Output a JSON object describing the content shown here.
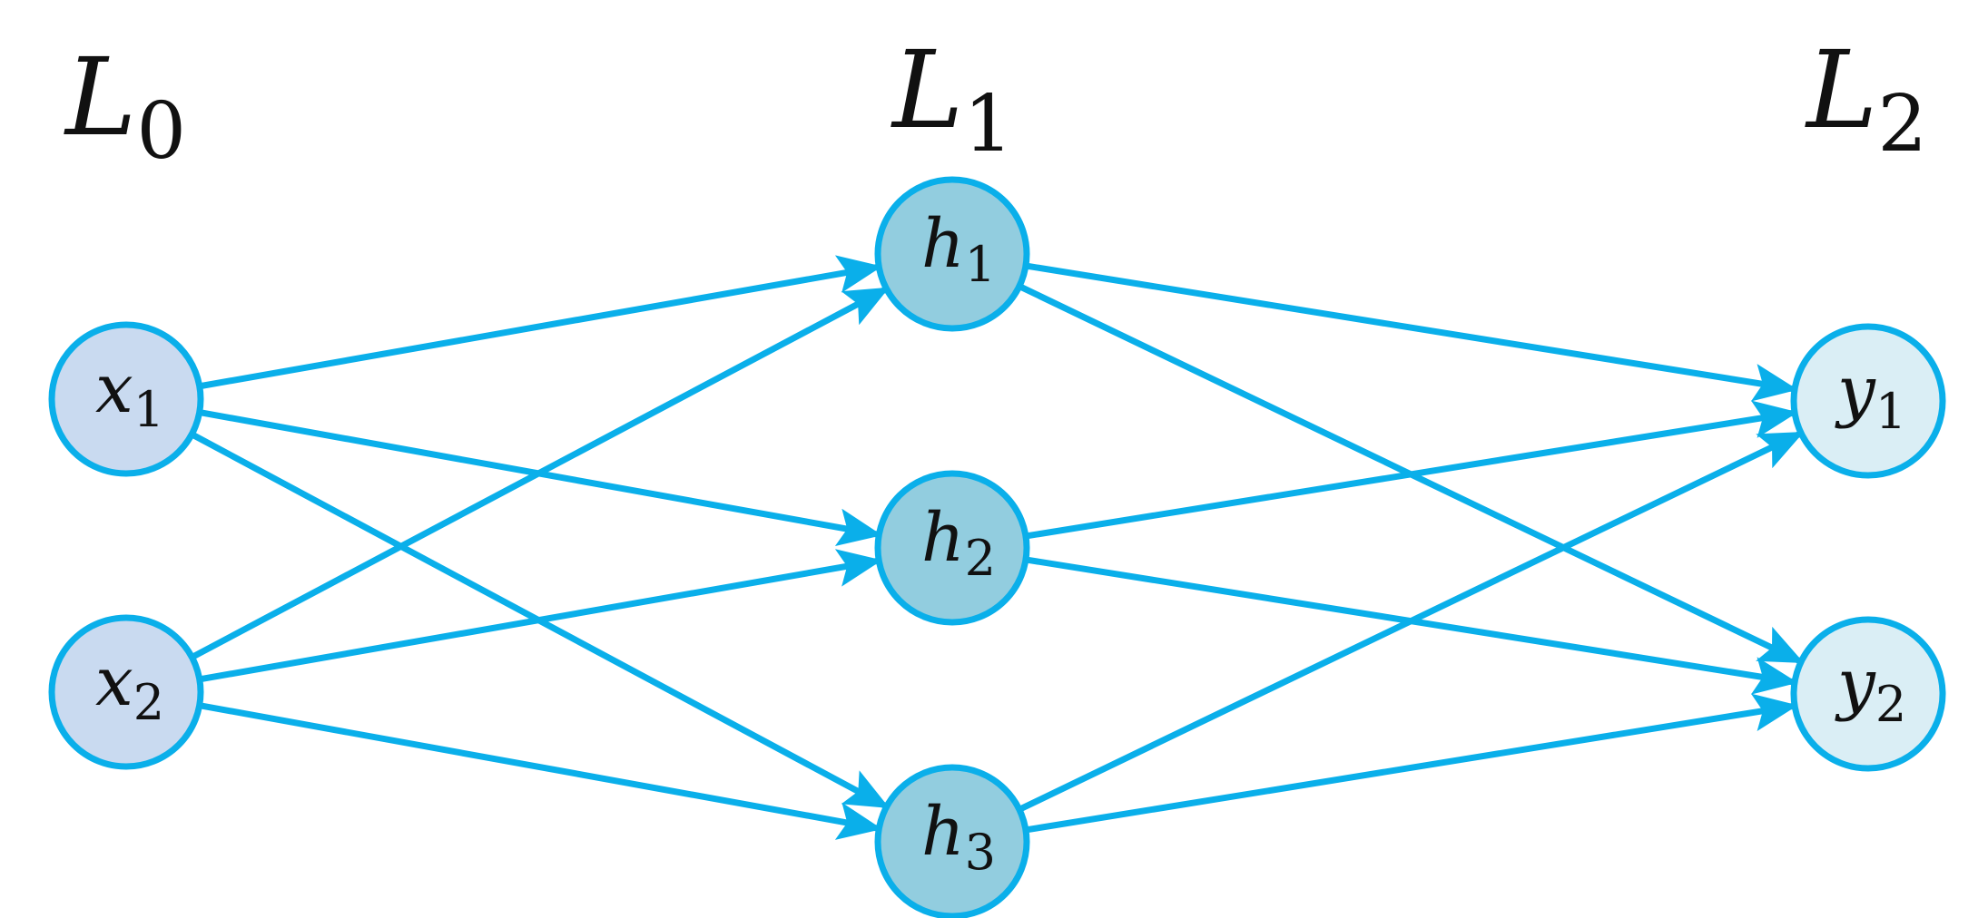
{
  "colors": {
    "edge": "#0AAFEA",
    "node_stroke": "#0AAFEA",
    "input_fill": "#C9DAF0",
    "hidden_fill": "#92CDDF",
    "output_fill": "#DAEEF5",
    "text": "#111111"
  },
  "layers": [
    {
      "id": "L0",
      "base": "L",
      "sub": "0"
    },
    {
      "id": "L1",
      "base": "L",
      "sub": "1"
    },
    {
      "id": "L2",
      "base": "L",
      "sub": "2"
    }
  ],
  "nodes": [
    {
      "id": "x1",
      "base": "x",
      "sub": "1",
      "layer": "L0"
    },
    {
      "id": "x2",
      "base": "x",
      "sub": "2",
      "layer": "L0"
    },
    {
      "id": "h1",
      "base": "h",
      "sub": "1",
      "layer": "L1"
    },
    {
      "id": "h2",
      "base": "h",
      "sub": "2",
      "layer": "L1"
    },
    {
      "id": "h3",
      "base": "h",
      "sub": "3",
      "layer": "L1"
    },
    {
      "id": "y1",
      "base": "y",
      "sub": "1",
      "layer": "L2"
    },
    {
      "id": "y2",
      "base": "y",
      "sub": "2",
      "layer": "L2"
    }
  ],
  "edges": [
    {
      "from": "x1",
      "to": "h1"
    },
    {
      "from": "x1",
      "to": "h2"
    },
    {
      "from": "x1",
      "to": "h3"
    },
    {
      "from": "x2",
      "to": "h1"
    },
    {
      "from": "x2",
      "to": "h2"
    },
    {
      "from": "x2",
      "to": "h3"
    },
    {
      "from": "h1",
      "to": "y1"
    },
    {
      "from": "h1",
      "to": "y2"
    },
    {
      "from": "h2",
      "to": "y1"
    },
    {
      "from": "h2",
      "to": "y2"
    },
    {
      "from": "h3",
      "to": "y1"
    },
    {
      "from": "h3",
      "to": "y2"
    }
  ]
}
